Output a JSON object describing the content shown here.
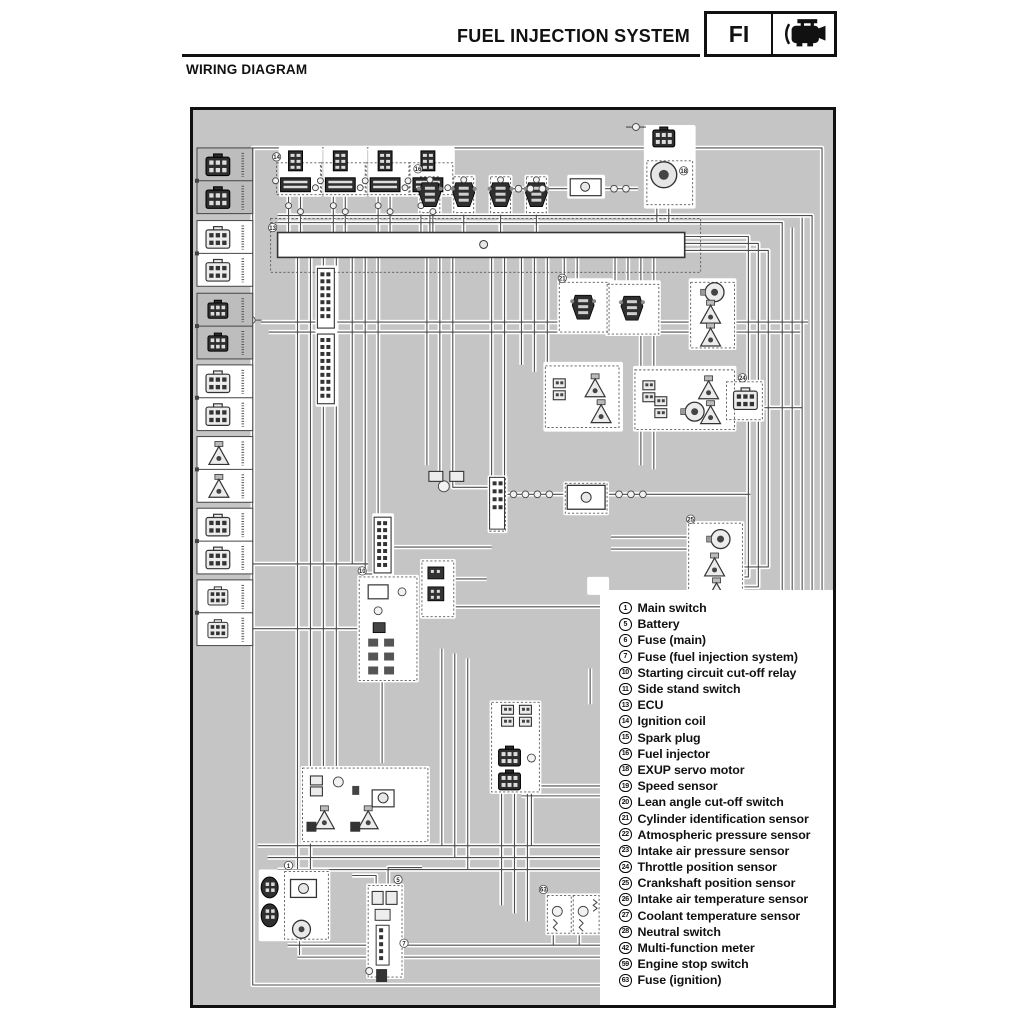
{
  "header": {
    "title": "FUEL INJECTION SYSTEM",
    "tab_label": "FI",
    "tab_icon": "engine-icon"
  },
  "section": {
    "heading": "WIRING DIAGRAM"
  },
  "legend": {
    "items": [
      {
        "num": "1",
        "label": "Main switch"
      },
      {
        "num": "5",
        "label": "Battery"
      },
      {
        "num": "6",
        "label": "Fuse (main)"
      },
      {
        "num": "7",
        "label": "Fuse (fuel injection system)"
      },
      {
        "num": "10",
        "label": "Starting circuit cut-off relay"
      },
      {
        "num": "11",
        "label": "Side stand switch"
      },
      {
        "num": "13",
        "label": "ECU"
      },
      {
        "num": "14",
        "label": "Ignition coil"
      },
      {
        "num": "15",
        "label": "Spark plug"
      },
      {
        "num": "16",
        "label": "Fuel injector"
      },
      {
        "num": "18",
        "label": "EXUP servo motor"
      },
      {
        "num": "19",
        "label": "Speed sensor"
      },
      {
        "num": "20",
        "label": "Lean angle cut-off switch"
      },
      {
        "num": "21",
        "label": "Cylinder identification sensor"
      },
      {
        "num": "22",
        "label": "Atmospheric pressure sensor"
      },
      {
        "num": "23",
        "label": "Intake air pressure sensor"
      },
      {
        "num": "24",
        "label": "Throttle position sensor"
      },
      {
        "num": "25",
        "label": "Crankshaft position sensor"
      },
      {
        "num": "26",
        "label": "Intake air temperature sensor"
      },
      {
        "num": "27",
        "label": "Coolant temperature sensor"
      },
      {
        "num": "28",
        "label": "Neutral switch"
      },
      {
        "num": "42",
        "label": "Multi-function meter"
      },
      {
        "num": "59",
        "label": "Engine stop switch"
      },
      {
        "num": "63",
        "label": "Fuse (ignition)"
      }
    ]
  },
  "diagram": {
    "refs": {
      "r13": "13",
      "r14": "14",
      "r16": "16",
      "r18": "18",
      "r21": "21",
      "r24": "24",
      "r25": "25",
      "r10": "10",
      "r1": "1",
      "r5": "5",
      "r63": "63",
      "r7": "7"
    }
  },
  "colors": {
    "panel_bg": "#c5c5c5",
    "wire": "#4d4d4d",
    "ink": "#111111"
  }
}
